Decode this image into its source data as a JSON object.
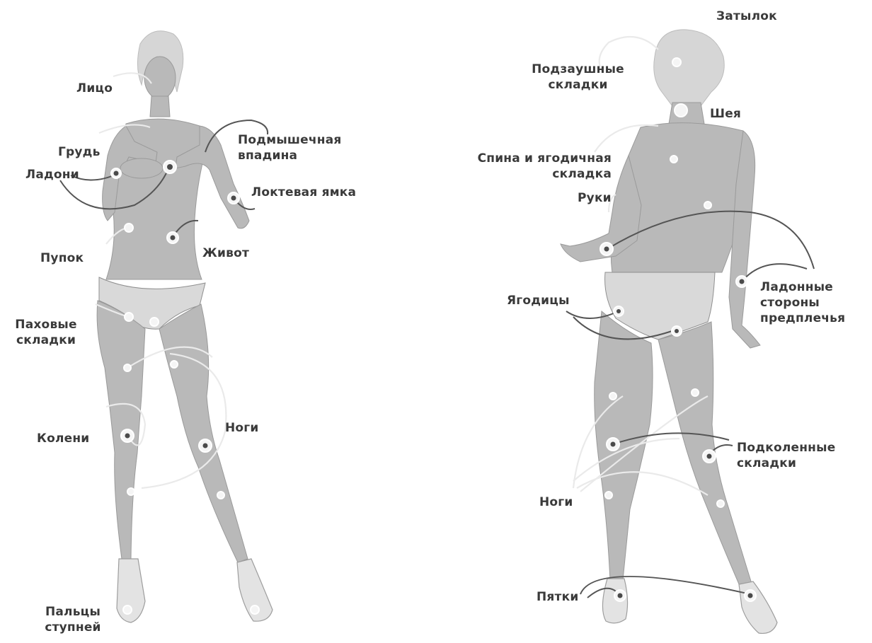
{
  "front": {
    "labels": {
      "face": "Лицо",
      "breast": "Грудь",
      "palms": "Ладони",
      "armpit_1": "Подмышечная",
      "armpit_2": "впадина",
      "elbow": "Локтевая ямка",
      "navel": "Пупок",
      "belly": "Живот",
      "groin_1": "Паховые",
      "groin_2": "складки",
      "knees": "Колени",
      "legs": "Ноги",
      "toes_1": "Пальцы",
      "toes_2": "ступней"
    }
  },
  "back": {
    "labels": {
      "nape": "Затылок",
      "behind_ear_1": "Подзаушные",
      "behind_ear_2": "складки",
      "neck": "Шея",
      "back_1": "Спина и ягодичная",
      "back_2": "складка",
      "arms": "Руки",
      "buttocks": "Ягодицы",
      "forearm_1": "Ладонные",
      "forearm_2": "стороны",
      "forearm_3": "предплечья",
      "popliteal_1": "Подколенные",
      "popliteal_2": "складки",
      "legs": "Ноги",
      "heels": "Пятки"
    }
  },
  "colors": {
    "label": "#3a3a3a",
    "body": "#b9b9b9",
    "curve": "#555555",
    "background": "#ffffff"
  }
}
